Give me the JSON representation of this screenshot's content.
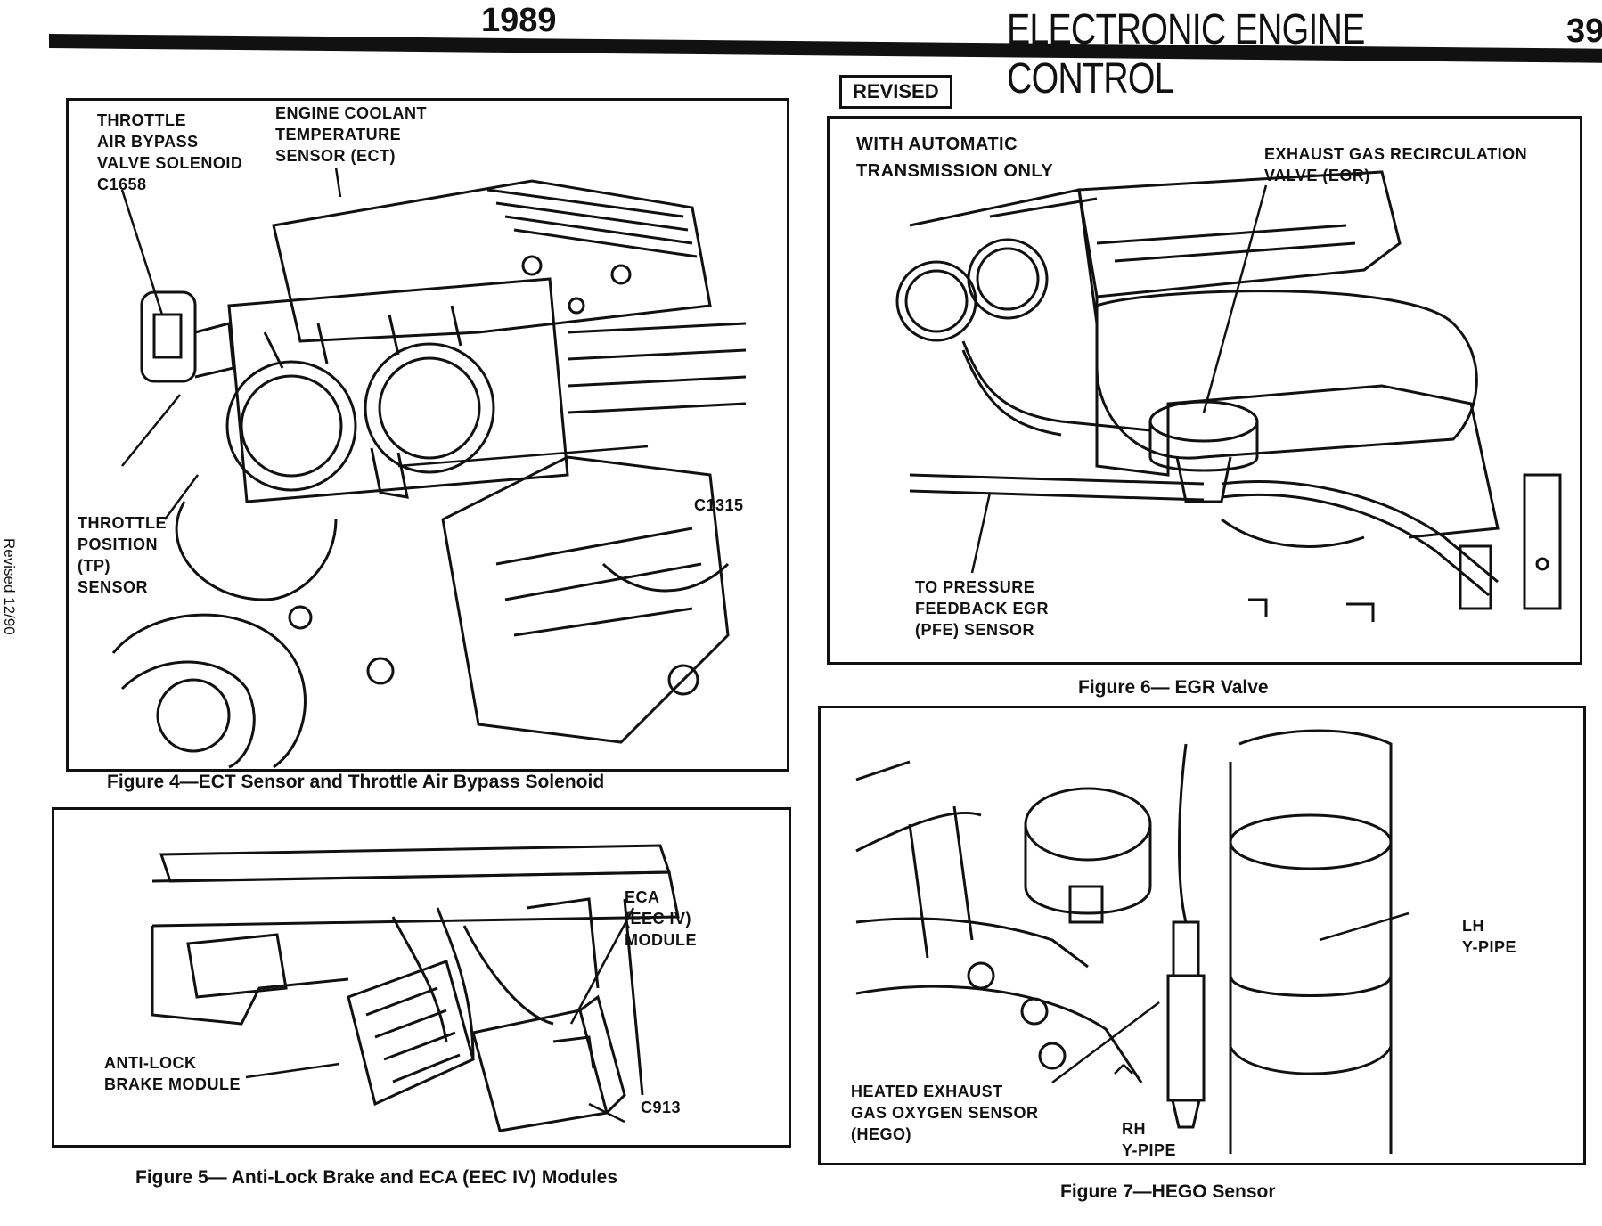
{
  "header": {
    "year": "1989",
    "section_title": "ELECTRONIC ENGINE CONTROL",
    "page_number": "39"
  },
  "side_note": "Revised 12/90",
  "revised_badge": "REVISED",
  "figure4": {
    "caption": "Figure 4—ECT Sensor and Throttle Air Bypass Solenoid",
    "labels": {
      "bypass_solenoid": "THROTTLE\nAIR BYPASS\nVALVE SOLENOID\nC1658",
      "ect_sensor": "ENGINE COOLANT\nTEMPERATURE\nSENSOR (ECT)",
      "tp_sensor": "THROTTLE\nPOSITION\n(TP)\nSENSOR",
      "connector": "C1315"
    }
  },
  "figure5": {
    "caption": "Figure 5— Anti-Lock Brake and ECA (EEC IV) Modules",
    "labels": {
      "eca_module": "ECA\n(EEC IV)\nMODULE",
      "abs_module": "ANTI-LOCK\nBRAKE MODULE",
      "connector": "C913"
    }
  },
  "figure6": {
    "caption": "Figure 6— EGR Valve",
    "labels": {
      "note": "WITH AUTOMATIC\nTRANSMISSION ONLY",
      "egr_valve": "EXHAUST GAS RECIRCULATION\nVALVE (EGR)",
      "pfe_sensor": "TO PRESSURE\nFEEDBACK EGR\n(PFE) SENSOR"
    }
  },
  "figure7": {
    "caption": "Figure 7—HEGO Sensor",
    "labels": {
      "lh_pipe": "LH\nY-PIPE",
      "hego": "HEATED EXHAUST\nGAS OXYGEN SENSOR\n(HEGO)",
      "rh_pipe": "RH\nY-PIPE"
    }
  }
}
